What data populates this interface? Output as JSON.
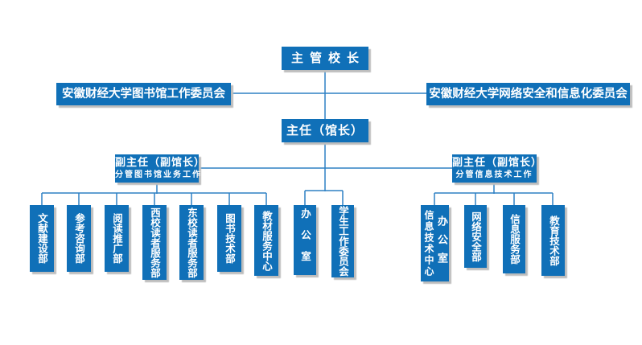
{
  "colors": {
    "node_blue": "#1070b8",
    "line_blue": "#2e80c4",
    "shadow_gray": "#bdbdbd",
    "text_white": "#ffffff"
  },
  "nodes": {
    "principal": "主管校长",
    "committee_left": "安徽财经大学图书馆工作委员会",
    "committee_right": "安徽财经大学网络安全和信息化委员会",
    "director": "主任（馆长）",
    "deputy_left": {
      "title": "副主任（副馆长）",
      "subtitle": "分管图书馆业务工作"
    },
    "deputy_right": {
      "title": "副主任（副馆长）",
      "subtitle": "分管信息技术工作"
    },
    "library_departments": [
      "文献建设部",
      "参考咨询部",
      "阅读推广部",
      "西校读者服务部",
      "东校读者服务部",
      "图书技术部",
      "教材服务中心"
    ],
    "admin_departments": [
      "办公室",
      "学生工作委员会"
    ],
    "it_departments": [
      "办公室",
      "网络安全部",
      "信息服务部",
      "教育技术部"
    ],
    "it_office_secondary": "信息技术中心"
  }
}
